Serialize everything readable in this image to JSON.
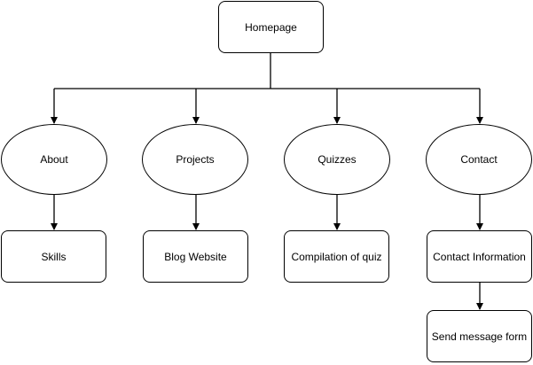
{
  "nodes": {
    "homepage": "Homepage",
    "about": "About",
    "projects": "Projects",
    "quizzes": "Quizzes",
    "contact": "Contact",
    "skills": "Skills",
    "blog_website": "Blog Website",
    "compilation_of_quiz": "Compilation of quiz",
    "contact_information": "Contact Information",
    "send_message_form": "Send message form"
  },
  "edges": [
    {
      "from": "homepage",
      "to": "about"
    },
    {
      "from": "homepage",
      "to": "projects"
    },
    {
      "from": "homepage",
      "to": "quizzes"
    },
    {
      "from": "homepage",
      "to": "contact"
    },
    {
      "from": "about",
      "to": "skills"
    },
    {
      "from": "projects",
      "to": "blog_website"
    },
    {
      "from": "quizzes",
      "to": "compilation_of_quiz"
    },
    {
      "from": "contact",
      "to": "contact_information"
    },
    {
      "from": "contact_information",
      "to": "send_message_form"
    }
  ],
  "colors": {
    "stroke": "#000000",
    "fill": "#ffffff"
  }
}
